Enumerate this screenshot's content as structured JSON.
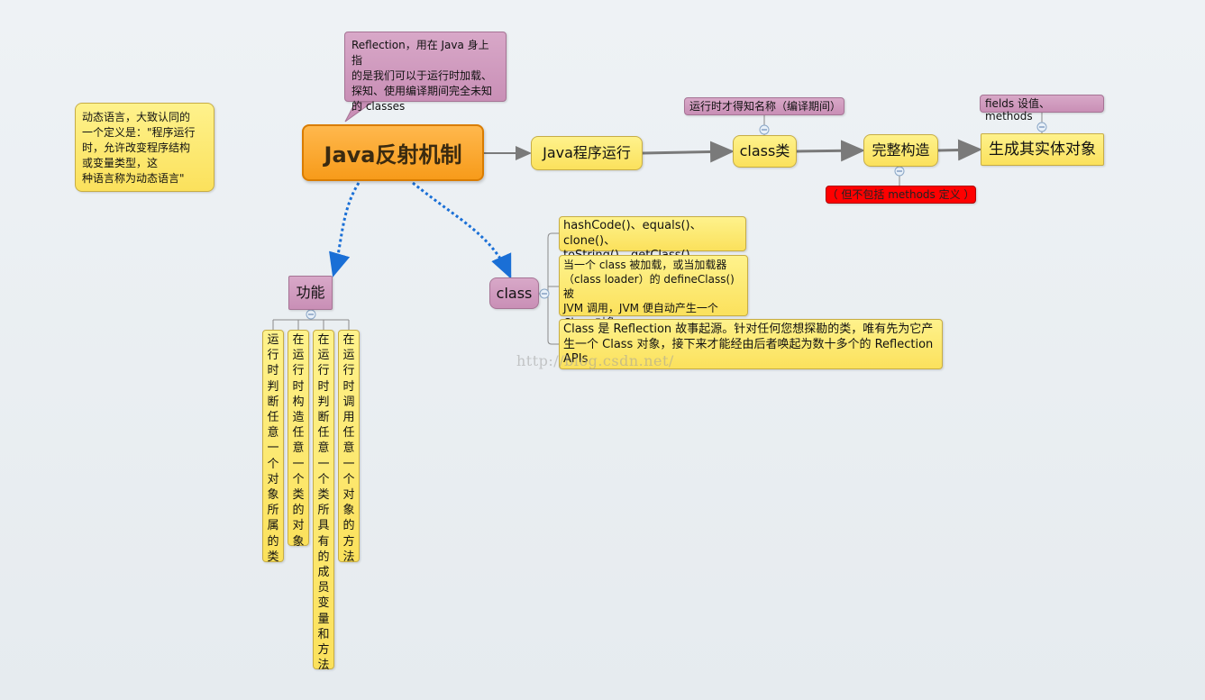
{
  "center": "Java反射机制",
  "callout": "Reflection，用在 Java 身上指\n的是我们可以于运行时加载、\n探知、使用编译期间完全未知\n的 classes",
  "note_dynamic": "动态语言，大致认同的\n一个定义是：\"程序运行\n时，允许改变程序结构\n或变量类型，这\n种语言称为动态语言\"",
  "flow": {
    "run": "Java程序运行",
    "classlei": "class类",
    "label_runtime": "运行时才得知名称（编译期间）",
    "full": "完整构造",
    "label_exclude": "（ 但不包括 methods 定义 ）",
    "entity": "生成其实体对象",
    "label_fields": "fields 设值、 methods"
  },
  "function": {
    "label": "功能",
    "items": [
      "运行时判断任意一个对象所属的类",
      "在运行时构造任意一个类的对象",
      "在运行时判断任意一个类所具有的成员变量和方法",
      "在运行时调用任意一个对象的方法"
    ]
  },
  "class_branch": {
    "label": "class",
    "items": [
      "hashCode()、equals()、clone()、\ntoString()、getClass()",
      "当一个 class 被加载，或当加载器\n（class loader）的 defineClass()被\nJVM 调用，JVM  便自动产生一个\nClass  对象",
      "Class 是 Reflection 故事起源。针对任何您想探勘的类，唯有先为它产\n生一个 Class  对象，接下来才能经由后者唤起为数十多个的 Reflection\nAPIs"
    ]
  },
  "watermark": "http://blog.csdn.net/",
  "colors": {
    "central": "#f79b1a",
    "yellow": "#fde66a",
    "pink": "#c98fb6",
    "red": "#ff0000",
    "dotted_link": "#1a6fd6"
  }
}
